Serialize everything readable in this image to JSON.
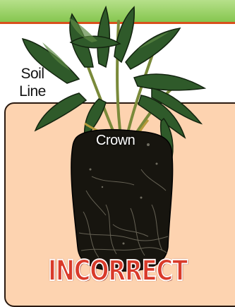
{
  "labels": {
    "soil_line": [
      "Soil",
      "Line"
    ],
    "crown": "Crown",
    "verdict": "INCORRECT"
  },
  "colors": {
    "top_bar": "#86c64f",
    "top_bar_border": "#d8501c",
    "soil": "#fdd3b0",
    "leaf": "#2f5a2a",
    "root_ball": "#17150f",
    "verdict": "#d93a2a"
  },
  "icons": {
    "plant": "plant-root-ball-icon"
  }
}
